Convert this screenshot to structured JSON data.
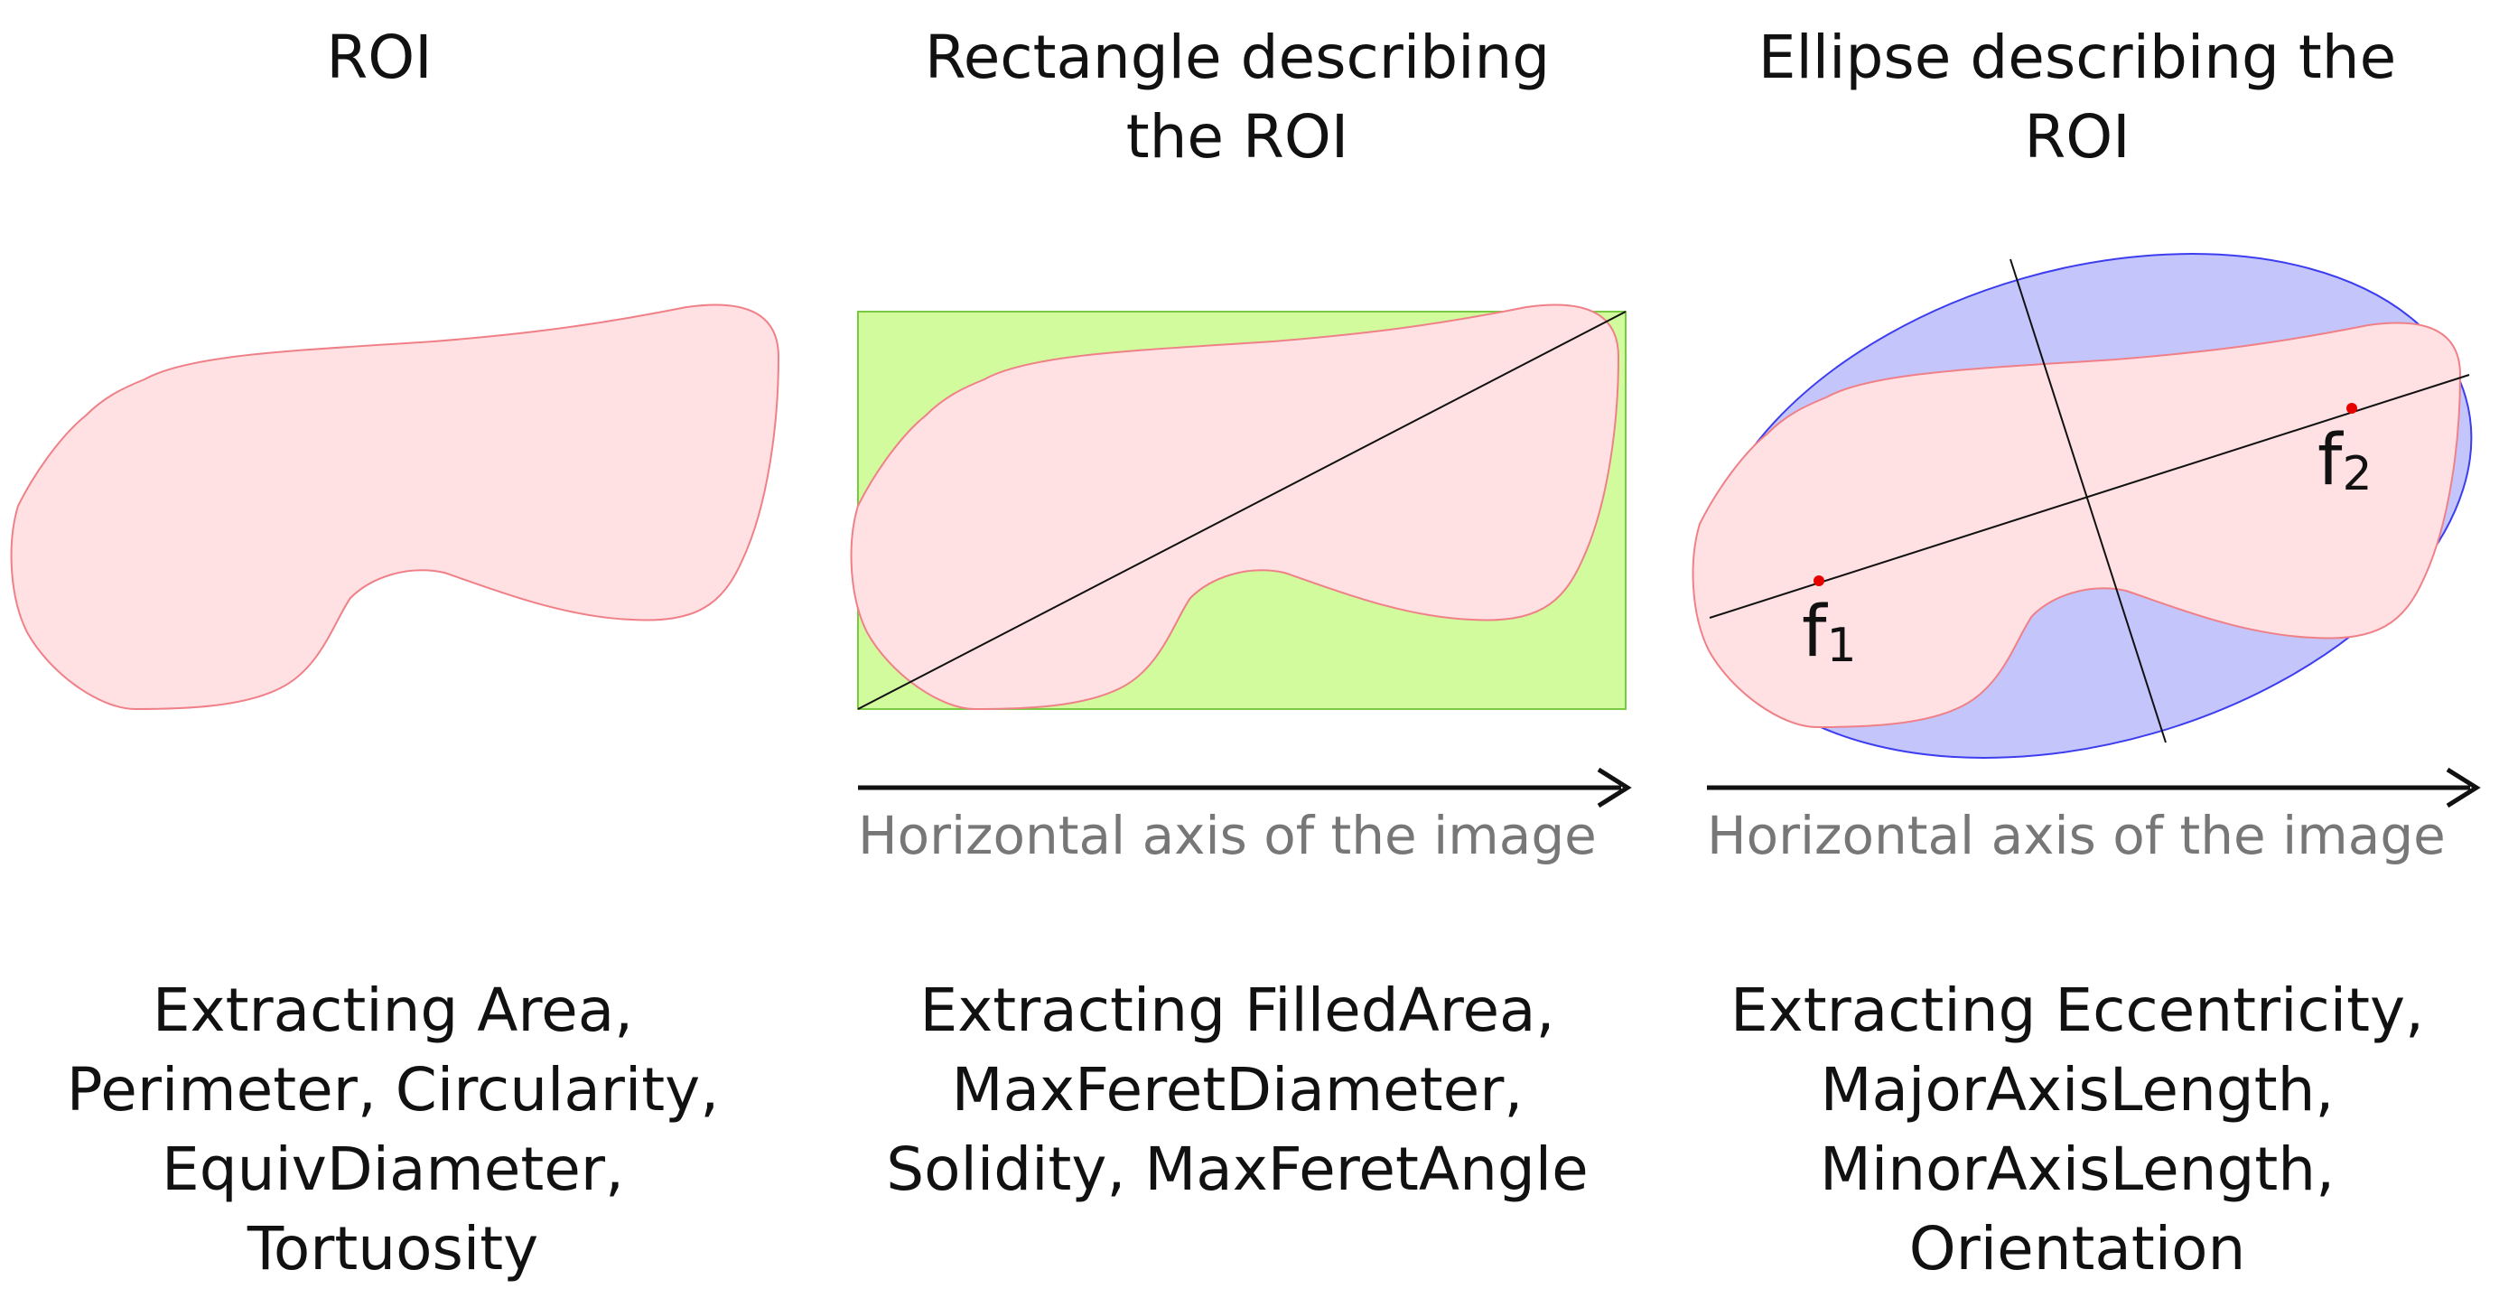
{
  "colors": {
    "roi_fill": "#ffe1e3",
    "roi_stroke": "#f08088",
    "rect_fill": "#d1fb9c",
    "rect_stroke": "#7ac943",
    "ellipse_fill": "#c4c6fb",
    "ellipse_stroke": "#3d3df0",
    "line": "#111111",
    "focus_point": "#e60000",
    "axis_text": "#777777"
  },
  "panels": [
    {
      "title": "ROI",
      "caption": "Extracting Area,\nPerimeter, Circularity,\nEquivDiameter,\nTortuosity"
    },
    {
      "title": "Rectangle describing\nthe ROI",
      "axis_label": "Horizontal axis of the image",
      "caption": "Extracting FilledArea,\nMaxFeretDiameter,\nSolidity, MaxFeretAngle"
    },
    {
      "title": "Ellipse describing the\nROI",
      "axis_label": "Horizontal axis of the image",
      "focus_1": {
        "letter": "f",
        "index": "1"
      },
      "focus_2": {
        "letter": "f",
        "index": "2"
      },
      "caption": "Extracting Eccentricity,\nMajorAxisLength,\nMinorAxisLength,\nOrientation"
    }
  ]
}
